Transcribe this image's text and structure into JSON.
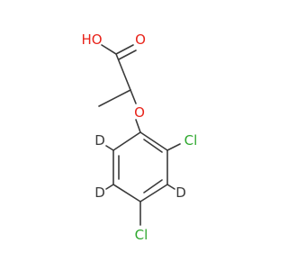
{
  "atoms": {
    "hydroxyl": "HO",
    "carbonyl_oxygen": "O",
    "ether_oxygen": "O",
    "chloro_ortho": "Cl",
    "chloro_para": "Cl",
    "deuterium_6": "D",
    "deuterium_5": "D",
    "deuterium_3": "D"
  },
  "colors": {
    "bond": "#3a3a3a",
    "oxygen": "#e8231a",
    "chlorine": "#2ea82e",
    "deuterium": "#3a3a3a"
  }
}
